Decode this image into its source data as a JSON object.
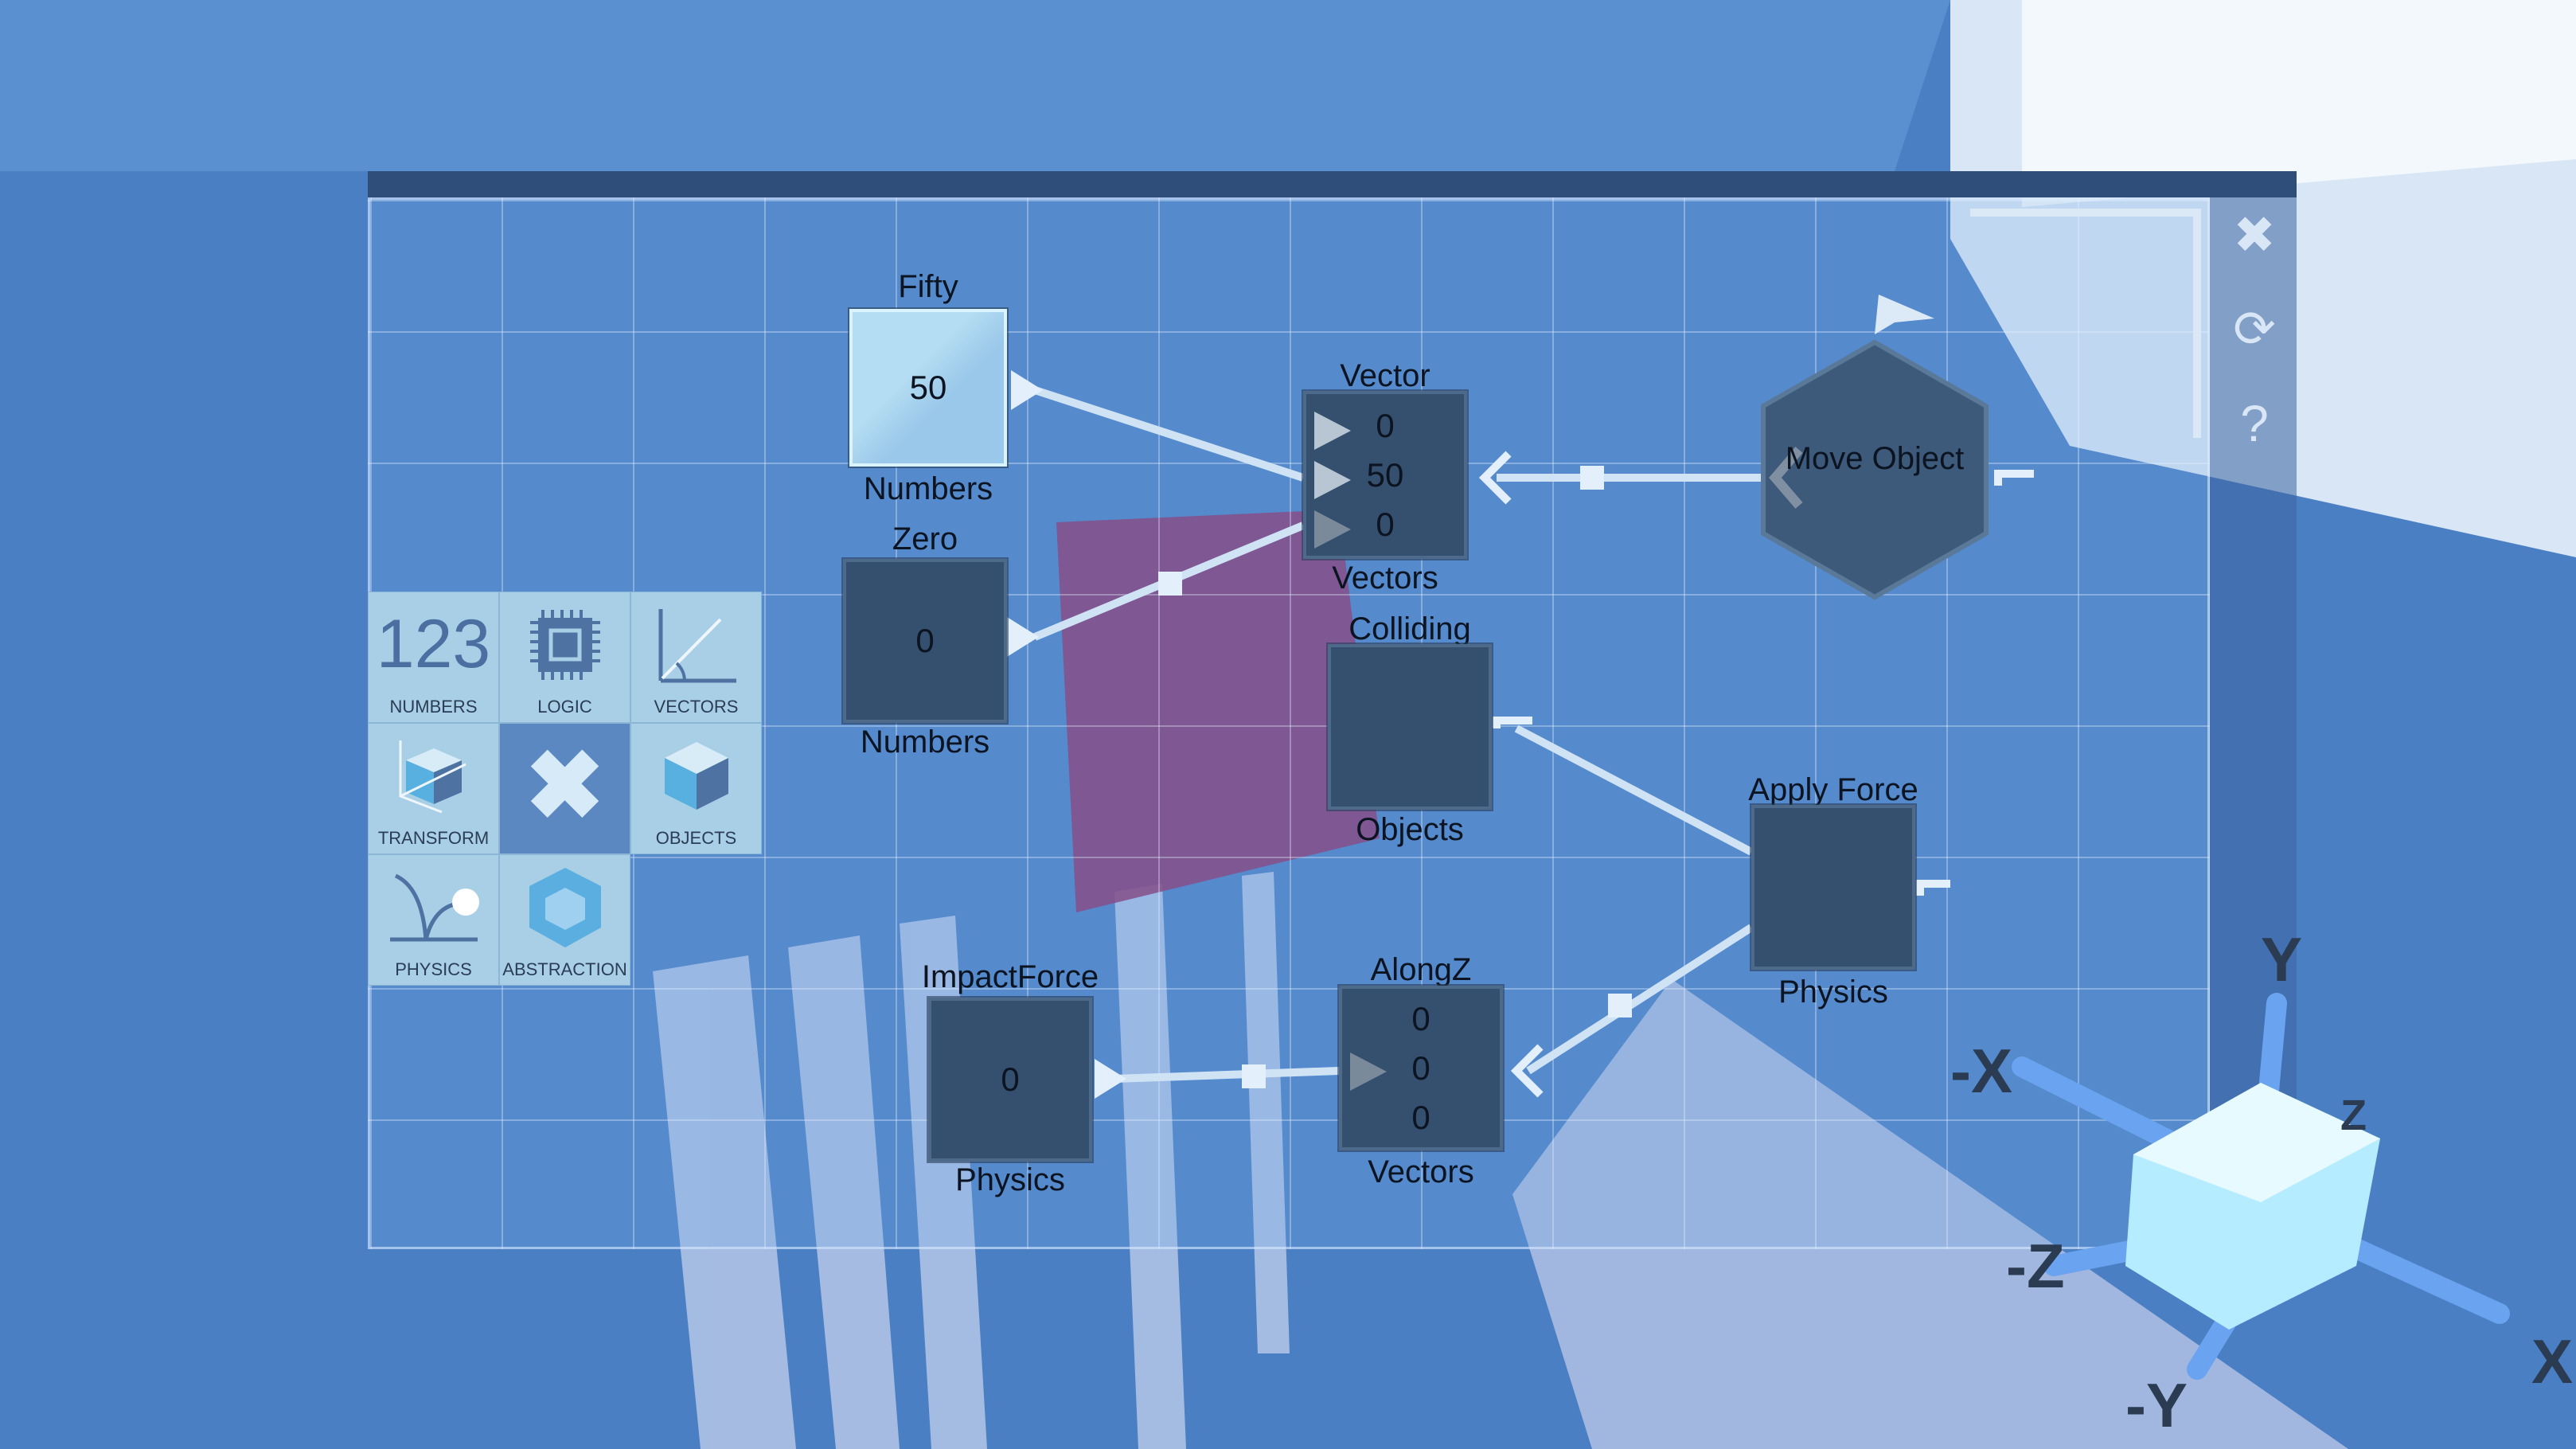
{
  "window": {
    "close_icon": "close-icon",
    "refresh_icon": "refresh-icon",
    "help_label": "?"
  },
  "palette": [
    {
      "label": "NUMBERS",
      "icon": "123"
    },
    {
      "label": "LOGIC",
      "icon": "chip-icon"
    },
    {
      "label": "VECTORS",
      "icon": "vector-angle-icon"
    },
    {
      "label": "TRANSFORM",
      "icon": "transform-cube-icon"
    },
    {
      "label": "",
      "icon": "delete-x-icon"
    },
    {
      "label": "OBJECTS",
      "icon": "cube-icon"
    },
    {
      "label": "PHYSICS",
      "icon": "bounce-icon"
    },
    {
      "label": "ABSTRACTION",
      "icon": "nested-cube-icon"
    }
  ],
  "nodes": {
    "fifty": {
      "title": "Fifty",
      "value": "50",
      "category": "Numbers"
    },
    "zero": {
      "title": "Zero",
      "value": "0",
      "category": "Numbers"
    },
    "vector": {
      "title": "Vector",
      "values": [
        "0",
        "50",
        "0"
      ],
      "category": "Vectors"
    },
    "move_object": {
      "title": "Move Object"
    },
    "colliding": {
      "title": "Colliding",
      "category": "Objects"
    },
    "apply_force": {
      "title": "Apply Force",
      "category": "Physics"
    },
    "impact_force": {
      "title": "ImpactForce",
      "value": "0",
      "category": "Physics"
    },
    "along_z": {
      "title": "AlongZ",
      "values": [
        "0",
        "0",
        "0"
      ],
      "category": "Vectors"
    }
  },
  "gizmo": {
    "y": "Y",
    "neg_x": "-X",
    "z": "Z",
    "neg_z": "-Z",
    "neg_y": "-Y",
    "x": "X"
  },
  "colors": {
    "background": "#4a7fc4",
    "node": "#35506f",
    "plane": "#8a2f6a",
    "palette": "#a8cfe6"
  }
}
